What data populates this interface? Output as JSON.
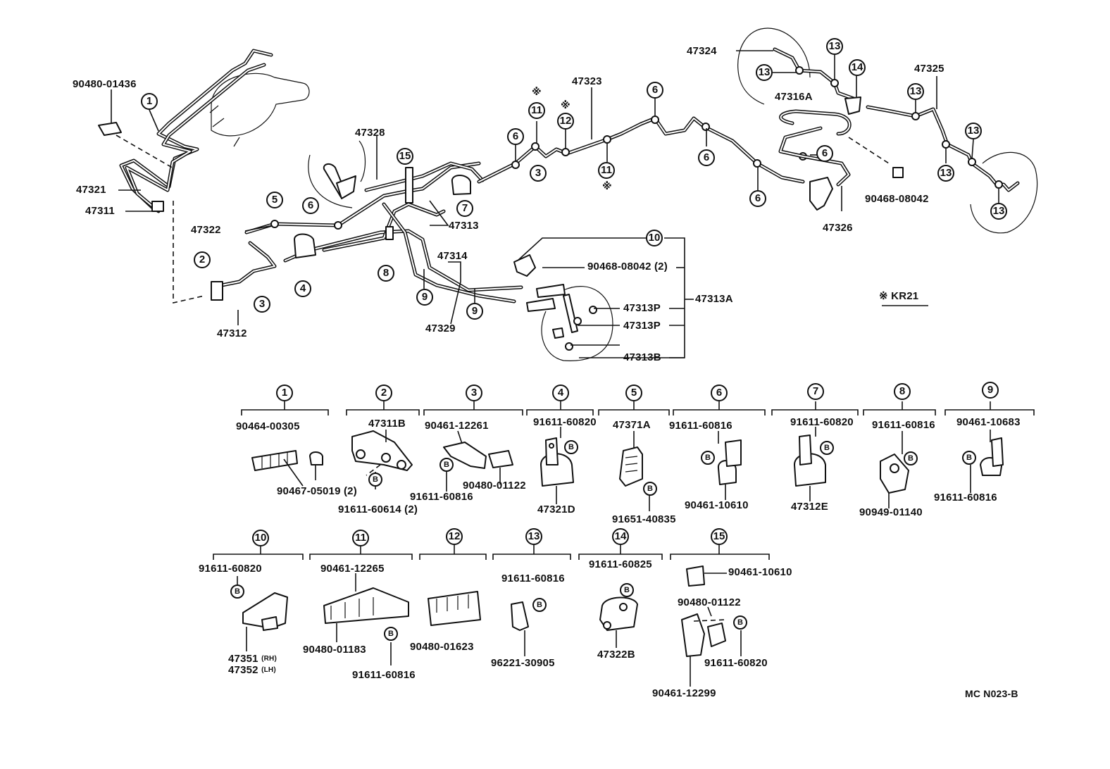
{
  "diagram_code": "MC N023-B",
  "legend": {
    "symbol": "※",
    "label": "KR21"
  },
  "bolt_symbol": "B",
  "upper_labels": {
    "p90480_01436": "90480-01436",
    "p47321": "47321",
    "p47311": "47311",
    "p47328": "47328",
    "p47322": "47322",
    "p47312": "47312",
    "p47313": "47313",
    "p47314": "47314",
    "p47329": "47329",
    "p47323": "47323",
    "p47324": "47324",
    "p47316A": "47316A",
    "p47325": "47325",
    "p90468_08042": "90468-08042",
    "p47326": "47326",
    "p90468_08042_2": "90468-08042 (2)",
    "p47313A": "47313A",
    "p47313P_a": "47313P",
    "p47313P_b": "47313P",
    "p47313B": "47313B"
  },
  "callouts": [
    "1",
    "2",
    "3",
    "4",
    "5",
    "6",
    "7",
    "8",
    "9",
    "10",
    "11",
    "12",
    "13",
    "14",
    "15"
  ],
  "groups": {
    "g1": {
      "num": "1",
      "parts": [
        "90464-00305",
        "90467-05019 (2)"
      ]
    },
    "g2": {
      "num": "2",
      "parts": [
        "47311B",
        "91611-60614 (2)"
      ]
    },
    "g3": {
      "num": "3",
      "parts": [
        "90461-12261",
        "91611-60816",
        "90480-01122"
      ]
    },
    "g4": {
      "num": "4",
      "parts": [
        "91611-60820",
        "47321D"
      ]
    },
    "g5": {
      "num": "5",
      "parts": [
        "47371A",
        "91651-40835"
      ]
    },
    "g6": {
      "num": "6",
      "parts": [
        "91611-60816",
        "90461-10610"
      ]
    },
    "g7": {
      "num": "7",
      "parts": [
        "91611-60820",
        "47312E"
      ]
    },
    "g8": {
      "num": "8",
      "parts": [
        "91611-60816",
        "90949-01140"
      ]
    },
    "g9": {
      "num": "9",
      "parts": [
        "90461-10683",
        "91611-60816"
      ]
    },
    "g10": {
      "num": "10",
      "parts": [
        "91611-60820",
        "47351",
        "47352"
      ],
      "sides": [
        "(RH)",
        "(LH)"
      ]
    },
    "g11": {
      "num": "11",
      "parts": [
        "90461-12265",
        "90480-01183",
        "91611-60816"
      ]
    },
    "g12": {
      "num": "12",
      "parts": [
        "90480-01623"
      ]
    },
    "g13": {
      "num": "13",
      "parts": [
        "91611-60816",
        "96221-30905"
      ]
    },
    "g14": {
      "num": "14",
      "parts": [
        "91611-60825",
        "47322B"
      ]
    },
    "g15": {
      "num": "15",
      "parts": [
        "90461-10610",
        "90480-01122",
        "91611-60820",
        "90461-12299"
      ]
    }
  }
}
